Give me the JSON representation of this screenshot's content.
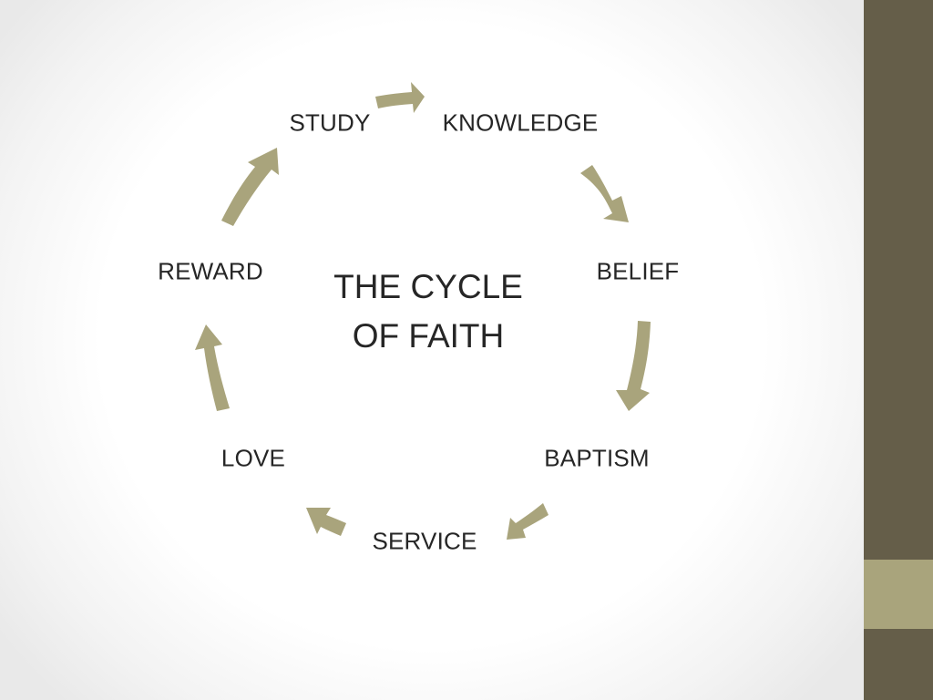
{
  "diagram": {
    "title_line1": "THE CYCLE",
    "title_line2": "OF FAITH",
    "nodes": [
      {
        "id": "study",
        "label": "STUDY"
      },
      {
        "id": "knowledge",
        "label": "KNOWLEDGE"
      },
      {
        "id": "belief",
        "label": "BELIEF"
      },
      {
        "id": "baptism",
        "label": "BAPTISM"
      },
      {
        "id": "service",
        "label": "SERVICE"
      },
      {
        "id": "love",
        "label": "LOVE"
      },
      {
        "id": "reward",
        "label": "REWARD"
      }
    ],
    "arrow_color": "#a9a47c",
    "text_color": "#262626",
    "sidebar_color": "#655e49",
    "sidebar_accent_color": "#a9a47c"
  }
}
